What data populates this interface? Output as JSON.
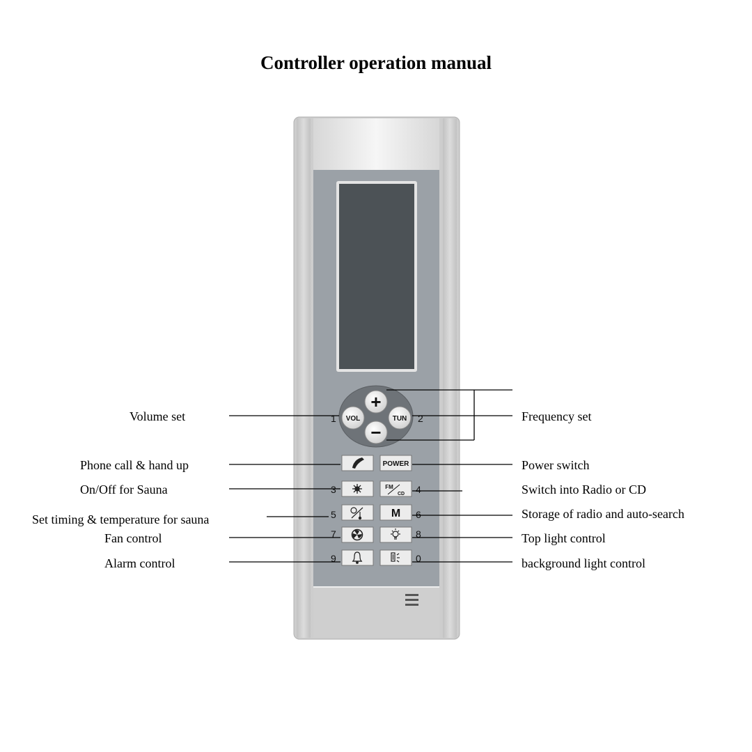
{
  "title": "Controller operation manual",
  "labels": {
    "volume": "Volume set",
    "phone": "Phone call & hand up",
    "sauna_onoff": "On/Off  for  Sauna",
    "sauna_timing": "Set timing & temperature for sauna",
    "fan": "Fan control",
    "alarm": "Alarm control",
    "frequency": "Frequency set",
    "power": "Power switch",
    "radio_cd": "Switch into Radio or CD",
    "storage": "Storage of radio and auto-search",
    "top_light": "Top light control",
    "bg_light": "background light control"
  },
  "keys": {
    "vol": "VOL",
    "tun": "TUN",
    "plus": "+",
    "minus": "−",
    "power": "POWER",
    "fm": "FM",
    "cd": "CD",
    "m": "M"
  },
  "numbers": {
    "n1": "1",
    "n2": "2",
    "n3": "3",
    "n4": "4",
    "n5": "5",
    "n6": "6",
    "n7": "7",
    "n8": "8",
    "n9": "9",
    "n0": "0"
  },
  "icons": {
    "phone": "phone-icon",
    "sauna": "sauna-icon",
    "thermo": "timer-thermometer-icon",
    "fan": "fan-icon",
    "light": "light-bulb-icon",
    "bell": "bell-icon",
    "bglight": "background-light-icon",
    "menu": "menu-lines-icon"
  },
  "colors": {
    "body": "#c9c9c9",
    "panel": "#9aa0a6",
    "screen": "#4c5256",
    "key": "#e8e8e8"
  }
}
